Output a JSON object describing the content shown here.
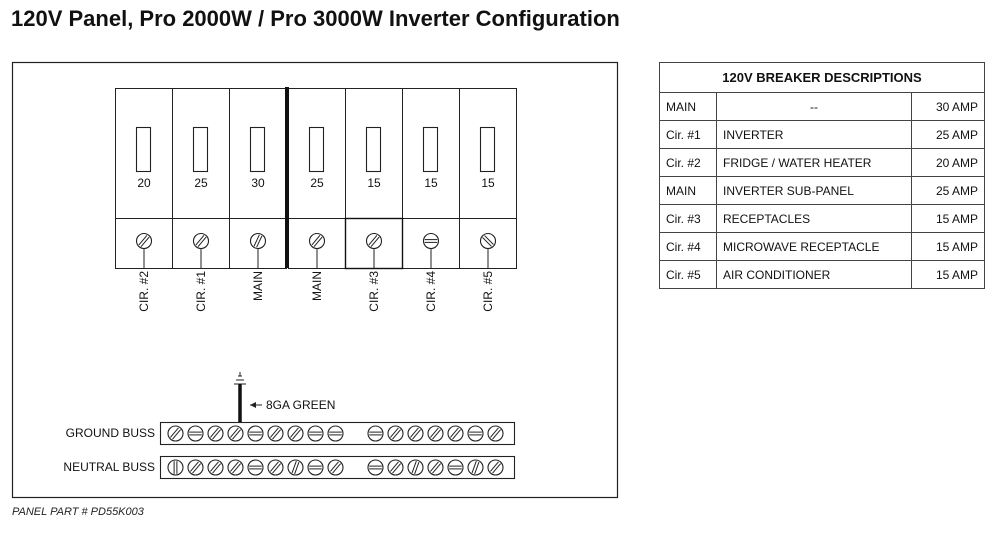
{
  "title": "120V Panel, Pro 2000W / Pro 3000W Inverter Configuration",
  "panel_part": "PANEL PART # PD55K003",
  "breakers": [
    {
      "rating": "20",
      "label": "CIR. #2"
    },
    {
      "rating": "25",
      "label": "CIR. #1"
    },
    {
      "rating": "30",
      "label": "MAIN"
    },
    {
      "rating": "25",
      "label": "MAIN"
    },
    {
      "rating": "15",
      "label": "CIR. #3"
    },
    {
      "rating": "15",
      "label": "CIR. #4"
    },
    {
      "rating": "15",
      "label": "CIR. #5"
    }
  ],
  "wire_label": "8GA GREEN",
  "ground_buss_label": "GROUND BUSS",
  "neutral_buss_label": "NEUTRAL BUSS",
  "table": {
    "title": "120V BREAKER DESCRIPTIONS",
    "rows": [
      {
        "circuit": "MAIN",
        "description": "--",
        "amps": "30 AMP"
      },
      {
        "circuit": "Cir. #1",
        "description": "INVERTER",
        "amps": "25 AMP"
      },
      {
        "circuit": "Cir. #2",
        "description": "FRIDGE / WATER HEATER",
        "amps": "20 AMP"
      },
      {
        "circuit": "MAIN",
        "description": "INVERTER SUB-PANEL",
        "amps": "25 AMP"
      },
      {
        "circuit": "Cir. #3",
        "description": "RECEPTACLES",
        "amps": "15 AMP"
      },
      {
        "circuit": "Cir. #4",
        "description": "MICROWAVE RECEPTACLE",
        "amps": "15 AMP"
      },
      {
        "circuit": "Cir. #5",
        "description": "AIR CONDITIONER",
        "amps": "15 AMP"
      }
    ]
  }
}
